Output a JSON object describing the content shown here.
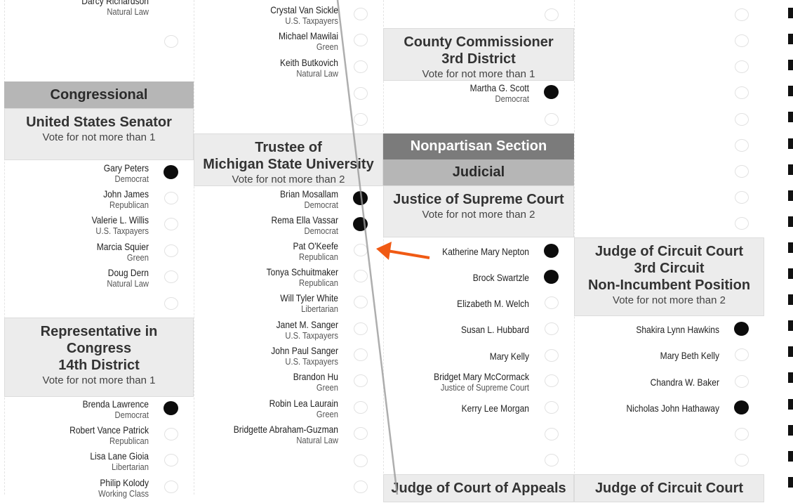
{
  "colors": {
    "mark": "#0c0c0c",
    "arrow": "#f05a14",
    "section_dark": "#7b7b7b",
    "section_mid": "#b6b6b6",
    "contest_bg": "#ececec"
  },
  "columns": [
    {
      "items": [
        {
          "type": "candidate",
          "name": "Darcy Richardson",
          "party": "Natural Law",
          "marked": false,
          "hide_oval": true
        },
        {
          "type": "blank"
        },
        {
          "type": "header",
          "style": "mid",
          "title": "Congressional"
        },
        {
          "type": "contest",
          "title": [
            "United States Senator"
          ],
          "instruction": "Vote for not more than 1"
        },
        {
          "type": "candidate",
          "name": "Gary Peters",
          "party": "Democrat",
          "marked": true
        },
        {
          "type": "candidate",
          "name": "John James",
          "party": "Republican",
          "marked": false
        },
        {
          "type": "candidate",
          "name": "Valerie L. Willis",
          "party": "U.S. Taxpayers",
          "marked": false
        },
        {
          "type": "candidate",
          "name": "Marcia Squier",
          "party": "Green",
          "marked": false
        },
        {
          "type": "candidate",
          "name": "Doug Dern",
          "party": "Natural Law",
          "marked": false
        },
        {
          "type": "blank"
        },
        {
          "type": "contest",
          "title": [
            "Representative in",
            "Congress",
            "14th District"
          ],
          "instruction": "Vote for not more than 1"
        },
        {
          "type": "candidate",
          "name": "Brenda Lawrence",
          "party": "Democrat",
          "marked": true
        },
        {
          "type": "candidate",
          "name": "Robert Vance Patrick",
          "party": "Republican",
          "marked": false
        },
        {
          "type": "candidate",
          "name": "Lisa Lane Gioia",
          "party": "Libertarian",
          "marked": false
        },
        {
          "type": "candidate",
          "name": "Philip Kolody",
          "party": "Working Class",
          "marked": false
        }
      ]
    },
    {
      "items": [
        {
          "type": "candidate",
          "name": "Crystal Van Sickle",
          "party": "U.S. Taxpayers",
          "marked": false
        },
        {
          "type": "candidate",
          "name": "Michael Mawilai",
          "party": "Green",
          "marked": false
        },
        {
          "type": "candidate",
          "name": "Keith Butkovich",
          "party": "Natural Law",
          "marked": false
        },
        {
          "type": "blank"
        },
        {
          "type": "blank"
        },
        {
          "type": "contest",
          "title": [
            "Trustee of",
            "Michigan State University"
          ],
          "instruction": "Vote for not more than 2"
        },
        {
          "type": "candidate",
          "name": "Brian Mosallam",
          "party": "Democrat",
          "marked": true
        },
        {
          "type": "candidate",
          "name": "Rema Ella Vassar",
          "party": "Democrat",
          "marked": true
        },
        {
          "type": "candidate",
          "name": "Pat O'Keefe",
          "party": "Republican",
          "marked": false
        },
        {
          "type": "candidate",
          "name": "Tonya Schuitmaker",
          "party": "Republican",
          "marked": false
        },
        {
          "type": "candidate",
          "name": "Will Tyler White",
          "party": "Libertarian",
          "marked": false
        },
        {
          "type": "candidate",
          "name": "Janet M. Sanger",
          "party": "U.S. Taxpayers",
          "marked": false
        },
        {
          "type": "candidate",
          "name": "John Paul Sanger",
          "party": "U.S. Taxpayers",
          "marked": false
        },
        {
          "type": "candidate",
          "name": "Brandon Hu",
          "party": "Green",
          "marked": false
        },
        {
          "type": "candidate",
          "name": "Robin Lea Laurain",
          "party": "Green",
          "marked": false
        },
        {
          "type": "candidate",
          "name": "Bridgette Abraham-Guzman",
          "party": "Natural Law",
          "marked": false
        },
        {
          "type": "blank"
        },
        {
          "type": "blank"
        }
      ]
    },
    {
      "items": [
        {
          "type": "blank"
        },
        {
          "type": "contest",
          "title": [
            "County Commissioner",
            "3rd District"
          ],
          "instruction": "Vote for not more than 1"
        },
        {
          "type": "candidate",
          "name": "Martha G. Scott",
          "party": "Democrat",
          "marked": true
        },
        {
          "type": "blank"
        },
        {
          "type": "header",
          "style": "dark",
          "title": "Nonpartisan Section"
        },
        {
          "type": "header",
          "style": "mid",
          "title": "Judicial"
        },
        {
          "type": "contest",
          "title": [
            "Justice of Supreme Court"
          ],
          "instruction": "Vote for not more than 2"
        },
        {
          "type": "candidate",
          "name": "Katherine Mary Nepton",
          "party": "",
          "marked": true
        },
        {
          "type": "candidate",
          "name": "Brock Swartzle",
          "party": "",
          "marked": true
        },
        {
          "type": "candidate",
          "name": "Elizabeth M. Welch",
          "party": "",
          "marked": false
        },
        {
          "type": "candidate",
          "name": "Susan L. Hubbard",
          "party": "",
          "marked": false
        },
        {
          "type": "candidate",
          "name": "Mary Kelly",
          "party": "",
          "marked": false
        },
        {
          "type": "candidate",
          "name": "Bridget Mary McCormack",
          "party": "Justice of Supreme Court",
          "marked": false
        },
        {
          "type": "candidate",
          "name": "Kerry Lee Morgan",
          "party": "",
          "marked": false
        },
        {
          "type": "blank"
        },
        {
          "type": "blank"
        },
        {
          "type": "contest",
          "title": [
            "Judge of Court of Appeals"
          ],
          "instruction": ""
        }
      ]
    },
    {
      "items": [
        {
          "type": "blank"
        },
        {
          "type": "blank"
        },
        {
          "type": "blank"
        },
        {
          "type": "blank"
        },
        {
          "type": "blank"
        },
        {
          "type": "blank"
        },
        {
          "type": "blank"
        },
        {
          "type": "blank"
        },
        {
          "type": "blank"
        },
        {
          "type": "contest",
          "title": [
            "Judge of Circuit Court",
            "3rd Circuit",
            "Non-Incumbent Position"
          ],
          "instruction": "Vote for not more than 2"
        },
        {
          "type": "candidate",
          "name": "Shakira Lynn Hawkins",
          "party": "",
          "marked": true
        },
        {
          "type": "candidate",
          "name": "Mary Beth Kelly",
          "party": "",
          "marked": false
        },
        {
          "type": "candidate",
          "name": "Chandra W. Baker",
          "party": "",
          "marked": false
        },
        {
          "type": "candidate",
          "name": "Nicholas John Hathaway",
          "party": "",
          "marked": true
        },
        {
          "type": "blank"
        },
        {
          "type": "blank"
        },
        {
          "type": "contest",
          "title": [
            "Judge of Circuit Court"
          ],
          "instruction": ""
        }
      ]
    }
  ],
  "annotation": {
    "icon": "arrow-left-icon",
    "points_to": "Pat O'Keefe"
  }
}
